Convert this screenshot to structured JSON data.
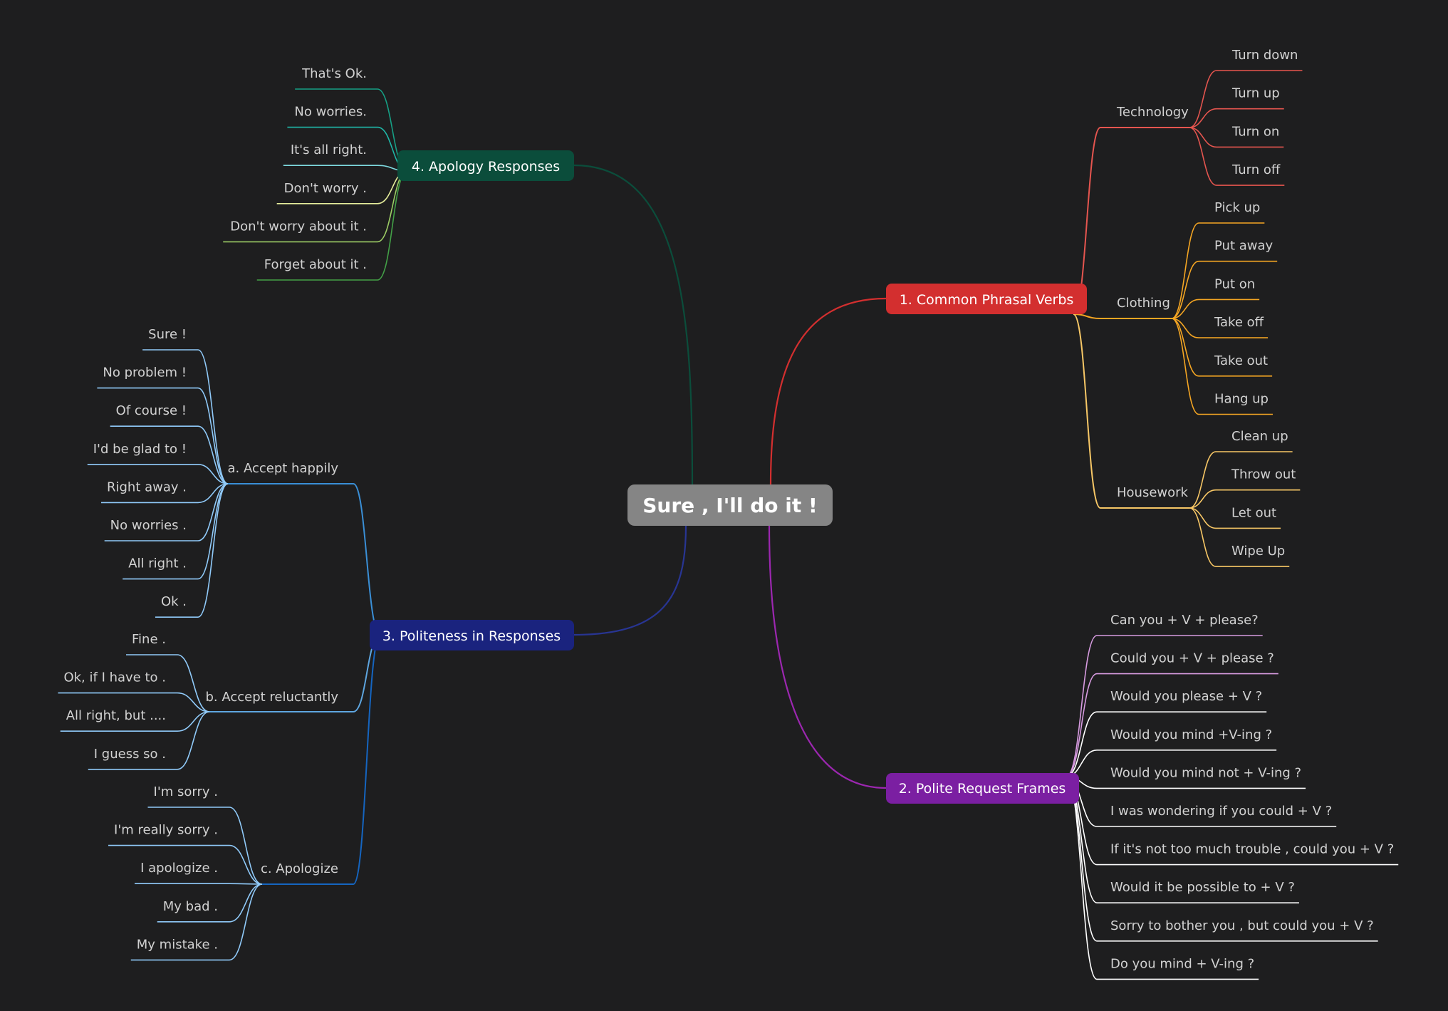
{
  "root": {
    "label": "Sure , I'll do it !",
    "color": "#858585"
  },
  "branches": [
    {
      "id": "phrasal",
      "label": "1. Common Phrasal Verbs",
      "color": "#d32f2f",
      "groups": [
        {
          "label": "Technology",
          "color": "#e5554f",
          "leaves": [
            "Turn down",
            "Turn up",
            "Turn on",
            "Turn off"
          ]
        },
        {
          "label": "Clothing",
          "color": "#f5a623",
          "leaves": [
            "Pick up",
            "Put away",
            "Put on",
            "Take off",
            "Take out",
            "Hang up"
          ]
        },
        {
          "label": "Housework",
          "color": "#f7c766",
          "leaves": [
            "Clean up",
            "Throw out",
            "Let out",
            "Wipe Up"
          ]
        }
      ]
    },
    {
      "id": "polite",
      "label": "2. Polite Request Frames",
      "color": "#7b1fa2",
      "leaves": [
        "Can you + V + please?",
        "Could you + V + please ?",
        "Would you please + V ?",
        "Would you mind +V-ing ?",
        "Would you mind not + V-ing ?",
        "I was wondering if you could + V ?",
        "If it's not too much trouble , could you + V ?",
        "Would it be possible to + V ?",
        "Sorry to bother you , but could you + V ?",
        "Do you mind + V-ing ?"
      ]
    },
    {
      "id": "politeness",
      "label": "3. Politeness in Responses",
      "color": "#1a237e",
      "groups": [
        {
          "label": "a. Accept happily",
          "color": "#3a8fd6",
          "leaves": [
            "Sure !",
            "No problem !",
            "Of course !",
            "I'd be glad to !",
            "Right away .",
            "No worries .",
            "All right .",
            "Ok ."
          ]
        },
        {
          "label": "b. Accept reluctantly",
          "color": "#5ea6e0",
          "leaves": [
            "Fine .",
            "Ok, if I have to .",
            "All right, but ....",
            "I guess so ."
          ]
        },
        {
          "label": "c. Apologize",
          "color": "#1565c0",
          "leaves": [
            "I'm sorry .",
            "I'm really sorry .",
            "I apologize .",
            "My bad .",
            "My mistake ."
          ]
        }
      ]
    },
    {
      "id": "apology",
      "label": "4. Apology Responses",
      "color": "#0b4d3b",
      "leaves": [
        "That's Ok.",
        "No worries.",
        "It's all right.",
        "Don't worry .",
        "Don't worry about it .",
        "Forget about it ."
      ]
    }
  ]
}
